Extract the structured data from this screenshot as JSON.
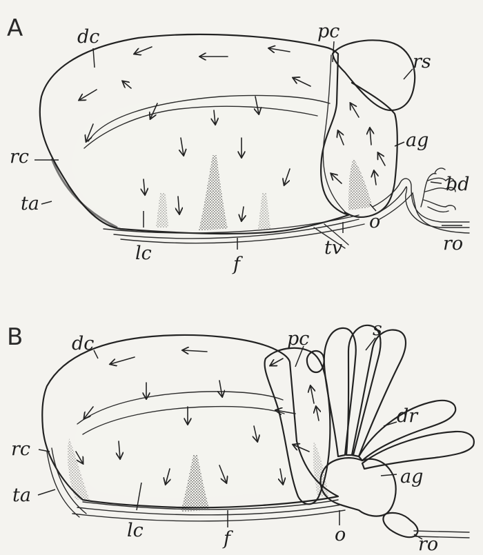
{
  "panels": [
    {
      "letter": "A",
      "labels": {
        "dc": "dc",
        "pc": "pc",
        "rs": "rs",
        "ag": "ag",
        "bd": "bd",
        "rc": "rc",
        "ta": "ta",
        "lc": "lc",
        "f": "f",
        "tv": "tv",
        "o": "o",
        "ro": "ro"
      }
    },
    {
      "letter": "B",
      "labels": {
        "dc": "dc",
        "pc": "pc",
        "s": "s",
        "dr": "dr",
        "ag": "ag",
        "rc": "rc",
        "ta": "ta",
        "lc": "lc",
        "f": "f",
        "o": "o",
        "ro": "ro"
      }
    }
  ]
}
